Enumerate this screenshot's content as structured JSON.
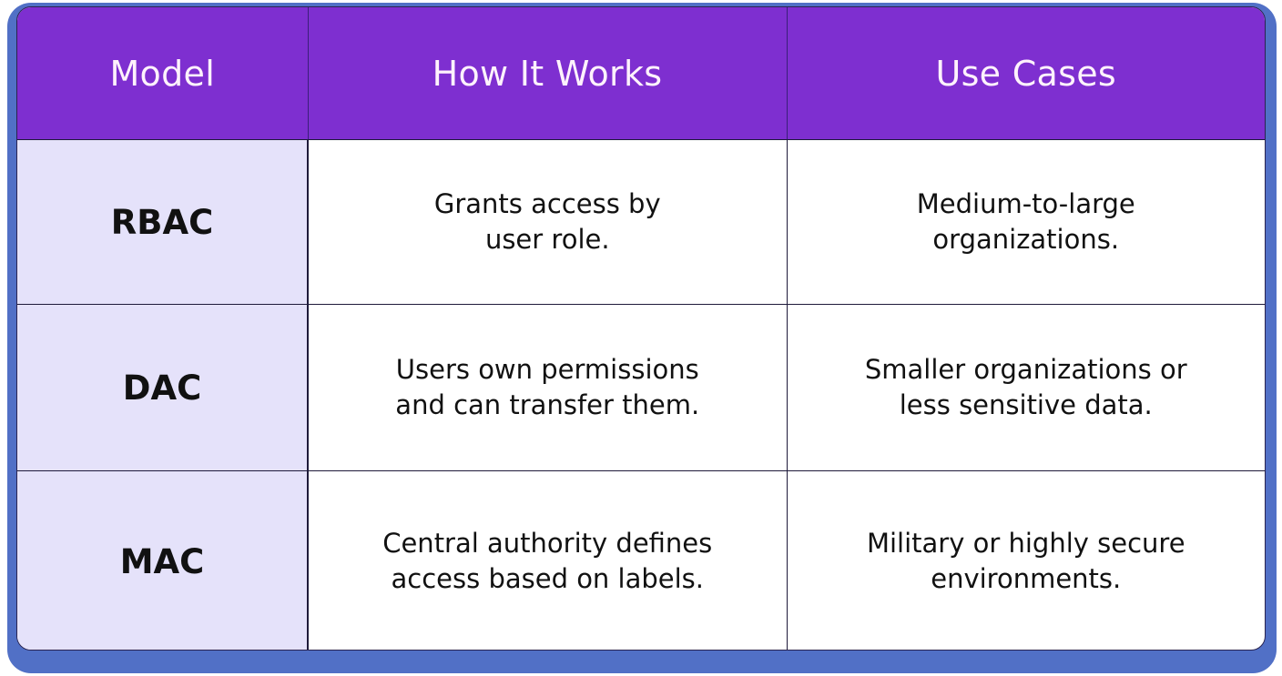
{
  "colors": {
    "header_bg": "#7e2fd0",
    "header_text": "#fff2fc",
    "model_col_bg": "#e5e2fa",
    "shadow": "#5170c6",
    "border": "#1e1a3a"
  },
  "table": {
    "headers": [
      "Model",
      "How It Works",
      "Use Cases"
    ],
    "rows": [
      {
        "model": "RBAC",
        "how_it_works": "Grants access by user role.",
        "use_cases": "Medium-to-large organizations."
      },
      {
        "model": "DAC",
        "how_it_works": "Users own permissions and can transfer them.",
        "use_cases": "Smaller organizations or less sensitive data."
      },
      {
        "model": "MAC",
        "how_it_works": "Central authority defines access based on labels.",
        "use_cases": "Military or highly secure environments."
      }
    ]
  }
}
